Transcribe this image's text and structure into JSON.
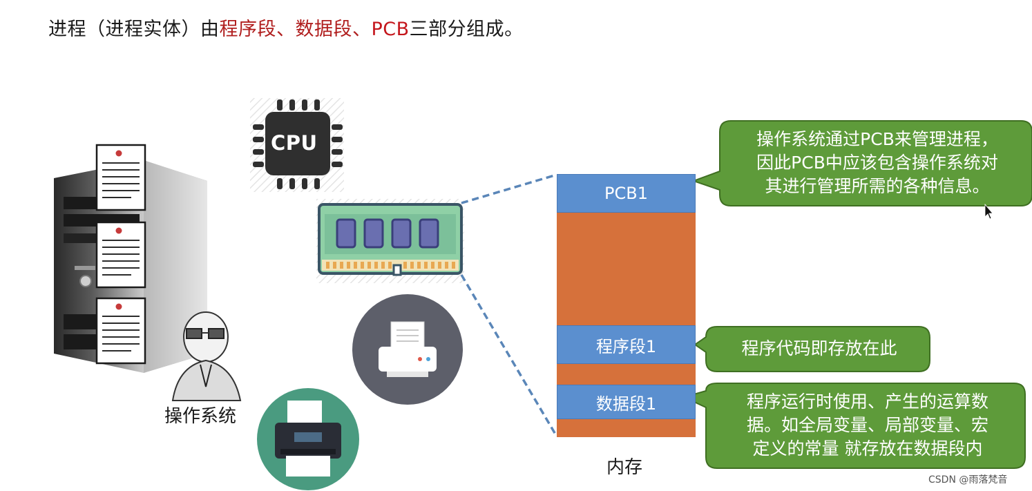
{
  "title": {
    "prefix": "进程（进程实体）由",
    "seg1": "程序段",
    "sep1": "、",
    "seg2": "数据段",
    "sep2": "、",
    "seg3": "PCB",
    "suffix": "三部分组成。"
  },
  "hardware": {
    "cpu_label": "CPU",
    "os_label": "操作系统",
    "icons": [
      "server-icon",
      "document-icon",
      "user-figure-icon",
      "cpu-icon",
      "memory-module-icon",
      "printer-icon"
    ]
  },
  "memory": {
    "label": "内存",
    "segments": [
      {
        "label": "PCB1",
        "color": "#5b8fcf"
      },
      {
        "label": "",
        "color": "#d6713b"
      },
      {
        "label": "程序段1",
        "color": "#5b8fcf"
      },
      {
        "label": "",
        "color": "#d6713b"
      },
      {
        "label": "数据段1",
        "color": "#5b8fcf"
      },
      {
        "label": "",
        "color": "#d6713b"
      }
    ]
  },
  "callouts": {
    "pcb": [
      "操作系统通过PCB来管理进程，",
      "因此PCB中应该包含操作系统对",
      "其进行管理所需的各种信息。"
    ],
    "program": [
      "程序代码即存放在此"
    ],
    "data": [
      "程序运行时使用、产生的运算数",
      "据。如全局变量、局部变量、宏",
      "定义的常量 就存放在数据段内"
    ]
  },
  "watermark": "CSDN @雨落梵音",
  "colors": {
    "accent_red": "#b01e1e",
    "segment_blue": "#5b8fcf",
    "segment_orange": "#d6713b",
    "callout_green": "#5e9b3a",
    "dashed_line": "#5a86b8"
  }
}
